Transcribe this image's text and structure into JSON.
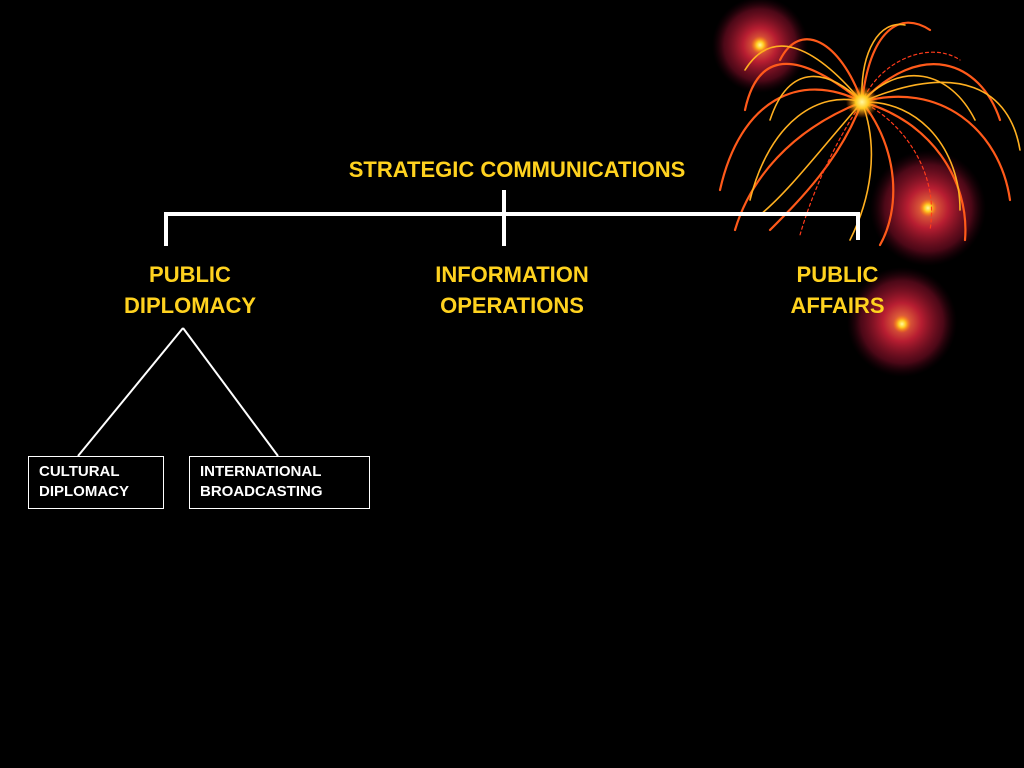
{
  "slide": {
    "title": "STRATEGIC COMMUNICATIONS",
    "branches": [
      {
        "line1": "PUBLIC",
        "line2": "DIPLOMACY"
      },
      {
        "line1": "INFORMATION",
        "line2": "OPERATIONS"
      },
      {
        "line1": "PUBLIC",
        "line2": "AFFAIRS"
      }
    ],
    "sub_branches": [
      {
        "line1": "CULTURAL",
        "line2": "DIPLOMACY"
      },
      {
        "line1": "INTERNATIONAL",
        "line2": "BROADCASTING"
      }
    ]
  },
  "colors": {
    "background": "#000000",
    "heading_text": "#ffd21f",
    "lines": "#ffffff",
    "box_text": "#ffffff"
  },
  "decoration": {
    "icon": "firework-burst-icon"
  }
}
